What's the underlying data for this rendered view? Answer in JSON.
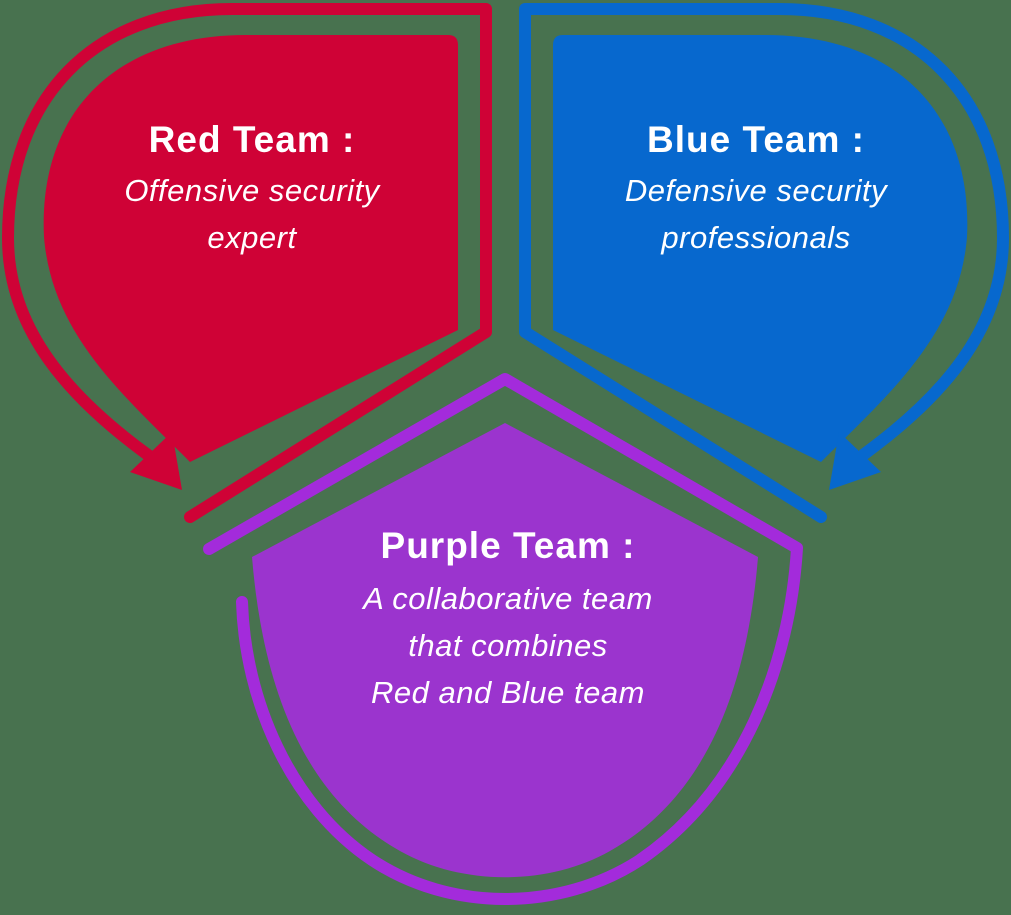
{
  "background_color": "#48724F",
  "text_color": "#FFFFFF",
  "teams": {
    "red": {
      "title": "Red Team :",
      "lines": [
        "Offensive security",
        "expert"
      ],
      "fill_color": "#CF0236",
      "outline_color": "#CF0236"
    },
    "blue": {
      "title": "Blue Team :",
      "lines": [
        "Defensive security",
        "professionals"
      ],
      "fill_color": "#0768CE",
      "outline_color": "#0768CE"
    },
    "purple": {
      "title": "Purple Team :",
      "lines": [
        "A collaborative team",
        "that combines",
        "Red and Blue team"
      ],
      "fill_color": "#9B34CE",
      "outline_color": "#A32BDB"
    }
  }
}
